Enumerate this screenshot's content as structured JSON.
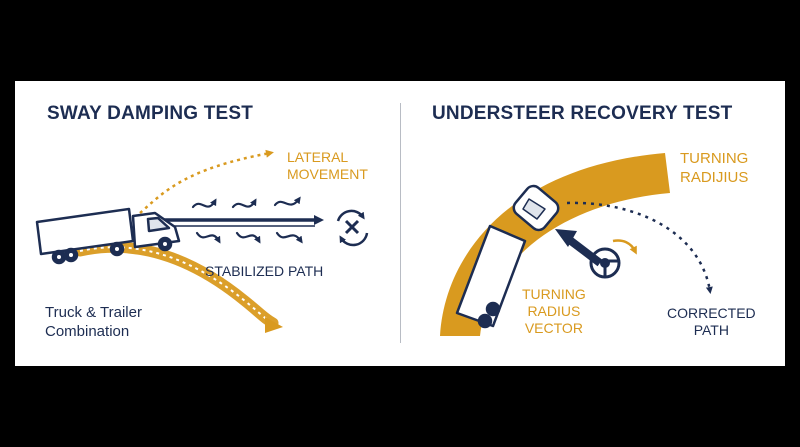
{
  "left": {
    "title": "SWAY DAMPING TEST",
    "lateral_movement_line1": "LATERAL",
    "lateral_movement_line2": "MOVEMENT",
    "stabilized_path": "STABILIZED PATH",
    "vehicle_line1": "Truck & Trailer",
    "vehicle_line2": "Combination"
  },
  "right": {
    "title": "UNDERSTEER RECOVERY TEST",
    "turning_radius_line1": "TURNING",
    "turning_radius_line2": "RADIJIUS",
    "vector_line1": "TURNING",
    "vector_line2": "RADIUS",
    "vector_line3": "VECTOR",
    "corrected_line1": "CORRECTED",
    "corrected_line2": "PATH"
  },
  "colors": {
    "navy": "#1d2d52",
    "gold": "#d99a1f",
    "background": "#ffffff"
  },
  "icons": [
    "truck-trailer-icon",
    "wind-gust-icon",
    "sway-cancel-icon",
    "steering-wheel-icon",
    "rotation-arrow-icon",
    "car-icon",
    "trailer-icon"
  ]
}
